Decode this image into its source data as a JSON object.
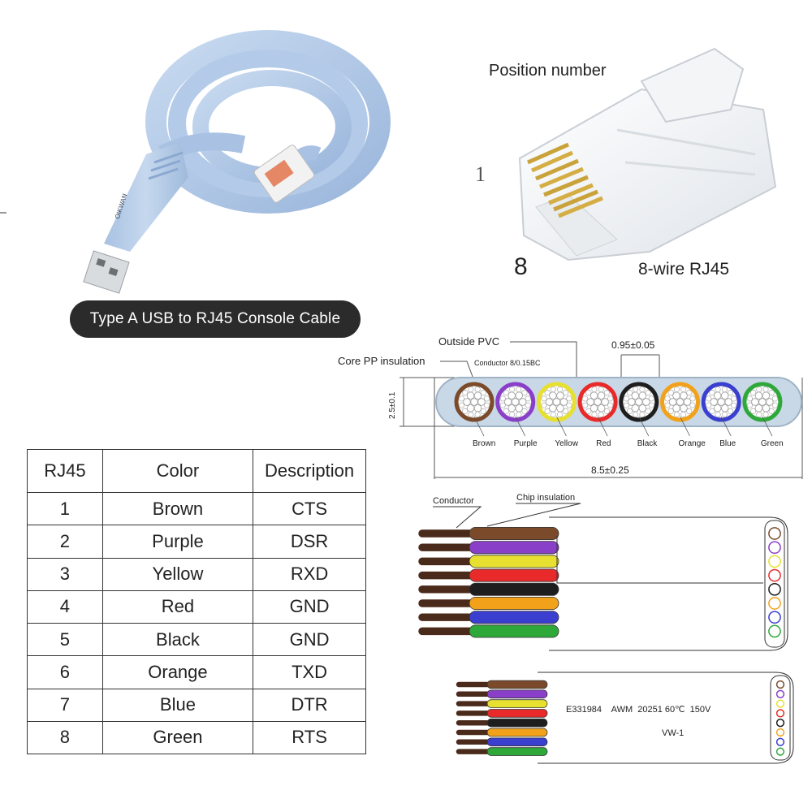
{
  "product_banner": "Type A USB to RJ45 Console Cable",
  "usb_brand": "OIKWAN",
  "rj45": {
    "position_label": "Position number",
    "pin_first": "1",
    "pin_last": "8",
    "caption": "8-wire RJ45"
  },
  "cross_section": {
    "outside": "Outside PVC",
    "core_insulation": "Core PP insulation",
    "conductor": "Conductor 8/0.15BC",
    "pitch": "0.95±0.05",
    "thickness": "2.5±0.1",
    "width": "8.5±0.25",
    "wires": [
      {
        "name": "Brown",
        "color": "#7a4a2a"
      },
      {
        "name": "Purple",
        "color": "#8a3fc8"
      },
      {
        "name": "Yellow",
        "color": "#e8e030"
      },
      {
        "name": "Red",
        "color": "#e82a2a"
      },
      {
        "name": "Black",
        "color": "#1e1e1e"
      },
      {
        "name": "Orange",
        "color": "#f2a21a"
      },
      {
        "name": "Blue",
        "color": "#3a3fd0"
      },
      {
        "name": "Green",
        "color": "#2fa83a"
      }
    ]
  },
  "side_view": {
    "conductor": "Conductor",
    "chip_insulation": "Chip insulation"
  },
  "print_view": {
    "line1": "E331984    AWM  20251 60℃  150V",
    "line2": "VW-1"
  },
  "pin_table": {
    "headers": [
      "RJ45",
      "Color",
      "Description"
    ],
    "rows": [
      [
        "1",
        "Brown",
        "CTS"
      ],
      [
        "2",
        "Purple",
        "DSR"
      ],
      [
        "3",
        "Yellow",
        "RXD"
      ],
      [
        "4",
        "Red",
        "GND"
      ],
      [
        "5",
        "Black",
        "GND"
      ],
      [
        "6",
        "Orange",
        "TXD"
      ],
      [
        "7",
        "Blue",
        "DTR"
      ],
      [
        "8",
        "Green",
        "RTS"
      ]
    ]
  }
}
